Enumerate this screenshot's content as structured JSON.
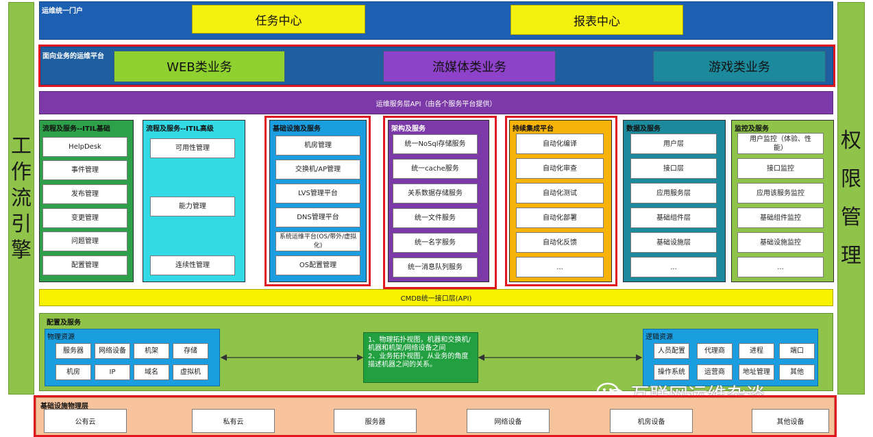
{
  "left_sidebar": {
    "chars": [
      "工",
      "作",
      "流",
      "引",
      "擎"
    ]
  },
  "right_sidebar": {
    "chars": [
      "权",
      "限",
      "管",
      "理"
    ]
  },
  "portal": {
    "title": "运维统一门户",
    "buttons": [
      "任务中心",
      "报表中心"
    ]
  },
  "business": {
    "title": "面向业务的运维平台",
    "buttons": [
      "WEB类业务",
      "流媒体类业务",
      "游戏类业务"
    ]
  },
  "api_layer": {
    "label": "运维服务层API（由各个服务平台提供）"
  },
  "columns": [
    {
      "title": "流程及服务--ITIL基础",
      "items": [
        "HelpDesk",
        "事件管理",
        "发布管理",
        "变更管理",
        "问题管理",
        "配置管理"
      ]
    },
    {
      "title": "流程及服务--ITIL高级",
      "items": [
        "可用性管理",
        "能力管理",
        "连续性管理"
      ]
    },
    {
      "title": "基础设施及服务",
      "items": [
        "机房管理",
        "交换机/AP管理",
        "LVS管理平台",
        "DNS管理平台",
        "系统运维平台(OS/带外/虚拟化)",
        "OS配置管理"
      ]
    },
    {
      "title": "架构及服务",
      "items": [
        "统一NoSql存储服务",
        "统一cache服务",
        "关系数据存储服务",
        "统一文件服务",
        "统一名字服务",
        "统一消息队列服务"
      ]
    },
    {
      "title": "持续集成平台",
      "items": [
        "自动化编译",
        "自动化审查",
        "自动化测试",
        "自动化部署",
        "自动化反馈",
        "..."
      ]
    },
    {
      "title": "数据及服务",
      "items": [
        "用户层",
        "接口层",
        "应用服务层",
        "基础组件层",
        "基础设施层",
        "..."
      ]
    },
    {
      "title": "监控及服务",
      "items": [
        "用户监控（体验、性能）",
        "接口监控",
        "应用该服务监控",
        "基础组件监控",
        "基础设施监控",
        "..."
      ]
    }
  ],
  "cmdb": {
    "label": "CMDB统一接口层(API)"
  },
  "config": {
    "title": "配置及服务",
    "physical": {
      "title": "物理资源",
      "row1": [
        "服务器",
        "网络设备",
        "机架",
        "存储"
      ],
      "row2": [
        "机房",
        "IP",
        "域名",
        "虚拟机"
      ]
    },
    "note": [
      "1、物理拓扑视图，机器和交换机/机器和机架/网络设备之间",
      "2、业务拓扑视图，从业务的角度描述机器之间的关系。"
    ],
    "logical": {
      "title": "逻辑资源",
      "row1": [
        "人员配置",
        "代理商",
        "进程",
        "端口"
      ],
      "row2": [
        "操作系统",
        "运营商",
        "地址管理",
        "其他"
      ]
    }
  },
  "infra": {
    "title": "基础设施物理层",
    "items": [
      "公有云",
      "私有云",
      "服务器",
      "网络设备",
      "机房设备",
      "其他设备"
    ]
  },
  "watermark": {
    "text": "互联网运维杂谈"
  },
  "colors": {
    "portal": "#1d5fb1",
    "web": "#8fd12f",
    "media": "#8e42c9",
    "game": "#1c8a9c",
    "api": "#7b3aa7",
    "itil_basic": "#2ea04a",
    "itil_adv": "#34d9e6",
    "infra_svc": "#1a9ee0",
    "arch": "#7b3aa7",
    "ci": "#f7b30a",
    "data": "#1c8a9c",
    "monitor": "#8fc34a",
    "highlight": "#e0171e"
  }
}
